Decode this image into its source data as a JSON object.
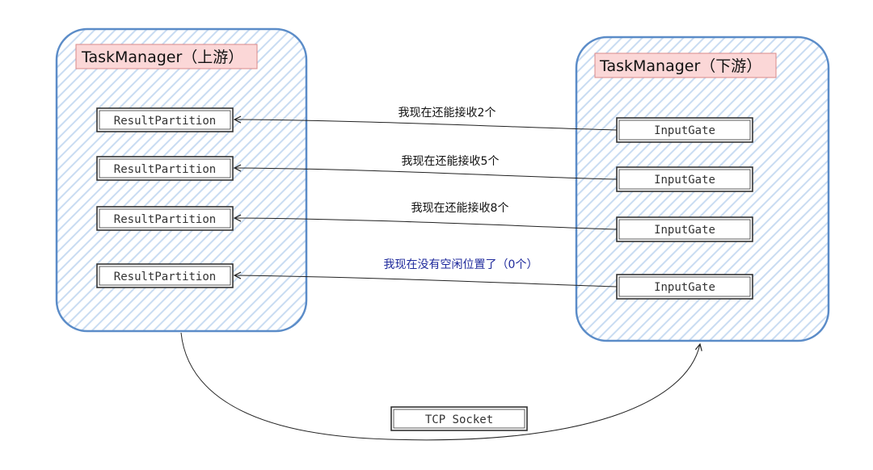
{
  "upstream": {
    "title": "TaskManager（上游）",
    "partitions": [
      "ResultPartition",
      "ResultPartition",
      "ResultPartition",
      "ResultPartition"
    ]
  },
  "downstream": {
    "title": "TaskManager（下游）",
    "gates": [
      "InputGate",
      "InputGate",
      "InputGate",
      "InputGate"
    ]
  },
  "messages": [
    {
      "text": "我现在还能接收2个",
      "color": "#111111"
    },
    {
      "text": "我现在还能接收5个",
      "color": "#111111"
    },
    {
      "text": "我现在还能接收8个",
      "color": "#111111"
    },
    {
      "text": "我现在没有空闲位置了（0个）",
      "color": "#1f2a9c"
    }
  ],
  "socket": {
    "label": "TCP Socket"
  },
  "colors": {
    "container_border": "#5b8cc8",
    "container_hatch": "#c9dcf2",
    "title_fill": "#fbd7d7",
    "title_border": "#d98a8a",
    "box_border": "#333333",
    "arrow": "#222222",
    "highlight_text": "#1f2a9c"
  }
}
